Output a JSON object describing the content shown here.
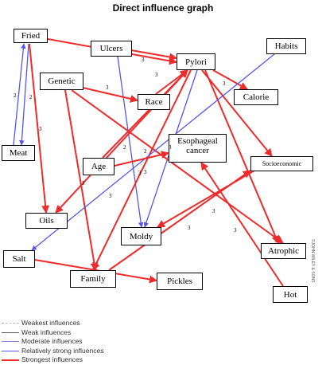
{
  "title": "Direct influence graph",
  "nodes": [
    {
      "id": "fried",
      "label": "Fried"
    },
    {
      "id": "ulcers",
      "label": "Ulcers"
    },
    {
      "id": "pylori",
      "label": "Pylori"
    },
    {
      "id": "habits",
      "label": "Habits"
    },
    {
      "id": "genetic",
      "label": "Genetic"
    },
    {
      "id": "race",
      "label": "Race"
    },
    {
      "id": "calorie",
      "label": "Calorie"
    },
    {
      "id": "meat",
      "label": "Meat"
    },
    {
      "id": "age",
      "label": "Age"
    },
    {
      "id": "esophageal",
      "label": "Esophageal cancer"
    },
    {
      "id": "socioeconomic",
      "label": "Socioeconomic"
    },
    {
      "id": "oils",
      "label": "Oils"
    },
    {
      "id": "moldy",
      "label": "Moldy"
    },
    {
      "id": "salt",
      "label": "Salt"
    },
    {
      "id": "atrophic",
      "label": "Atrophic"
    },
    {
      "id": "family",
      "label": "Family"
    },
    {
      "id": "pickles",
      "label": "Pickles"
    },
    {
      "id": "hot",
      "label": "Hot"
    }
  ],
  "edges": [
    {
      "from": "fried",
      "to": "pylori",
      "strength": "strongest"
    },
    {
      "from": "fried",
      "to": "oils",
      "strength": "strongest",
      "weight": "3"
    },
    {
      "from": "fried",
      "to": "meat",
      "strength": "relatively_strong",
      "weight": "2"
    },
    {
      "from": "meat",
      "to": "fried",
      "strength": "relatively_strong",
      "weight": "2"
    },
    {
      "from": "ulcers",
      "to": "pylori",
      "strength": "strongest",
      "weight": "3"
    },
    {
      "from": "ulcers",
      "to": "moldy",
      "strength": "relatively_strong",
      "weight": "3"
    },
    {
      "from": "pylori",
      "to": "calorie",
      "strength": "strongest",
      "weight": "3"
    },
    {
      "from": "pylori",
      "to": "family",
      "strength": "strongest"
    },
    {
      "from": "pylori",
      "to": "moldy",
      "strength": "relatively_strong",
      "weight": "3"
    },
    {
      "from": "pylori",
      "to": "oils",
      "strength": "strongest",
      "weight": "2"
    },
    {
      "from": "pylori",
      "to": "socioeconomic",
      "strength": "strongest"
    },
    {
      "from": "pylori",
      "to": "atrophic",
      "strength": "strongest"
    },
    {
      "from": "genetic",
      "to": "race",
      "strength": "strongest",
      "weight": "3"
    },
    {
      "from": "genetic",
      "to": "family",
      "strength": "strongest",
      "weight": "3"
    },
    {
      "from": "genetic",
      "to": "atrophic",
      "strength": "strongest",
      "weight": "3"
    },
    {
      "from": "race",
      "to": "pylori",
      "strength": "strongest",
      "weight": "3"
    },
    {
      "from": "habits",
      "to": "salt",
      "strength": "relatively_strong"
    },
    {
      "from": "age",
      "to": "pylori",
      "strength": "strongest",
      "weight": "2"
    },
    {
      "from": "age",
      "to": "esophageal",
      "strength": "strongest",
      "weight": "3"
    },
    {
      "from": "socioeconomic",
      "to": "moldy",
      "strength": "strongest",
      "weight": "3"
    },
    {
      "from": "hot",
      "to": "esophageal",
      "strength": "strongest",
      "weight": "3"
    },
    {
      "from": "family",
      "to": "socioeconomic",
      "strength": "strongest",
      "weight": "3"
    },
    {
      "from": "salt",
      "to": "pickles",
      "strength": "strongest"
    }
  ],
  "legend": [
    {
      "label": "Weakest influences",
      "strength": "weakest"
    },
    {
      "label": "Weak influences",
      "strength": "weak"
    },
    {
      "label": "Moderate influences",
      "strength": "moderate"
    },
    {
      "label": "Relatively strong influences",
      "strength": "relatively_strong"
    },
    {
      "label": "Strongest influences",
      "strength": "strongest"
    }
  ],
  "styles": {
    "weakest": {
      "color": "#bbbbbb",
      "dash": "2,2",
      "width": 1
    },
    "weak": {
      "color": "#555555",
      "dash": "",
      "width": 1
    },
    "moderate": {
      "color": "#8888dd",
      "dash": "",
      "width": 1
    },
    "relatively_strong": {
      "color": "#5555ee",
      "dash": "",
      "width": 1.3
    },
    "strongest": {
      "color": "#ee2a2a",
      "dash": "",
      "width": 2
    }
  },
  "credit": "©JOHN WILEY & SONS"
}
